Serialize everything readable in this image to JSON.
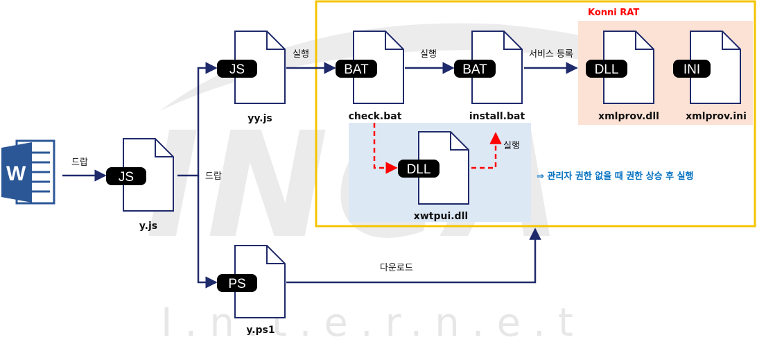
{
  "colors": {
    "arrow": "#1f2a6b",
    "dashed": "#ff0000",
    "konni_box": "#f5c400",
    "konni_label": "#ff0000",
    "dll_bg": "#dde8f5",
    "konni_files_bg": "#fbe2d5",
    "note": "#0070c0",
    "word_blue": "#2b5797"
  },
  "icons": {
    "word": "word-document-icon",
    "file": "file-page-icon"
  },
  "files": {
    "yjs": {
      "badge": "JS",
      "name": "y.js"
    },
    "yyjs": {
      "badge": "JS",
      "name": "yy.js"
    },
    "yps1": {
      "badge": "PS",
      "name": "y.ps1"
    },
    "check": {
      "badge": "BAT",
      "name": "check.bat"
    },
    "install": {
      "badge": "BAT",
      "name": "install.bat"
    },
    "xwtpui": {
      "badge": "DLL",
      "name": "xwtpui.dll"
    },
    "xmlprov_dll": {
      "badge": "DLL",
      "name": "xmlprov.dll"
    },
    "xmlprov_ini": {
      "badge": "INI",
      "name": "xmlprov.ini"
    }
  },
  "edges": {
    "word_to_yjs": "드랍",
    "yjs_branch": "드랍",
    "yyjs_to_check": "실행",
    "check_to_install": "실행",
    "install_to_dll": "서비스 등록",
    "xwtpui_to_install": "실행",
    "yps1_to_box": "다운로드"
  },
  "konni": {
    "title": "Konni RAT"
  },
  "note": {
    "text": "⇒ 관리자 권한 없을 때 권한 상승 후 실행"
  },
  "watermark": {
    "text": "I.n.t.e.r.n.e.t"
  }
}
